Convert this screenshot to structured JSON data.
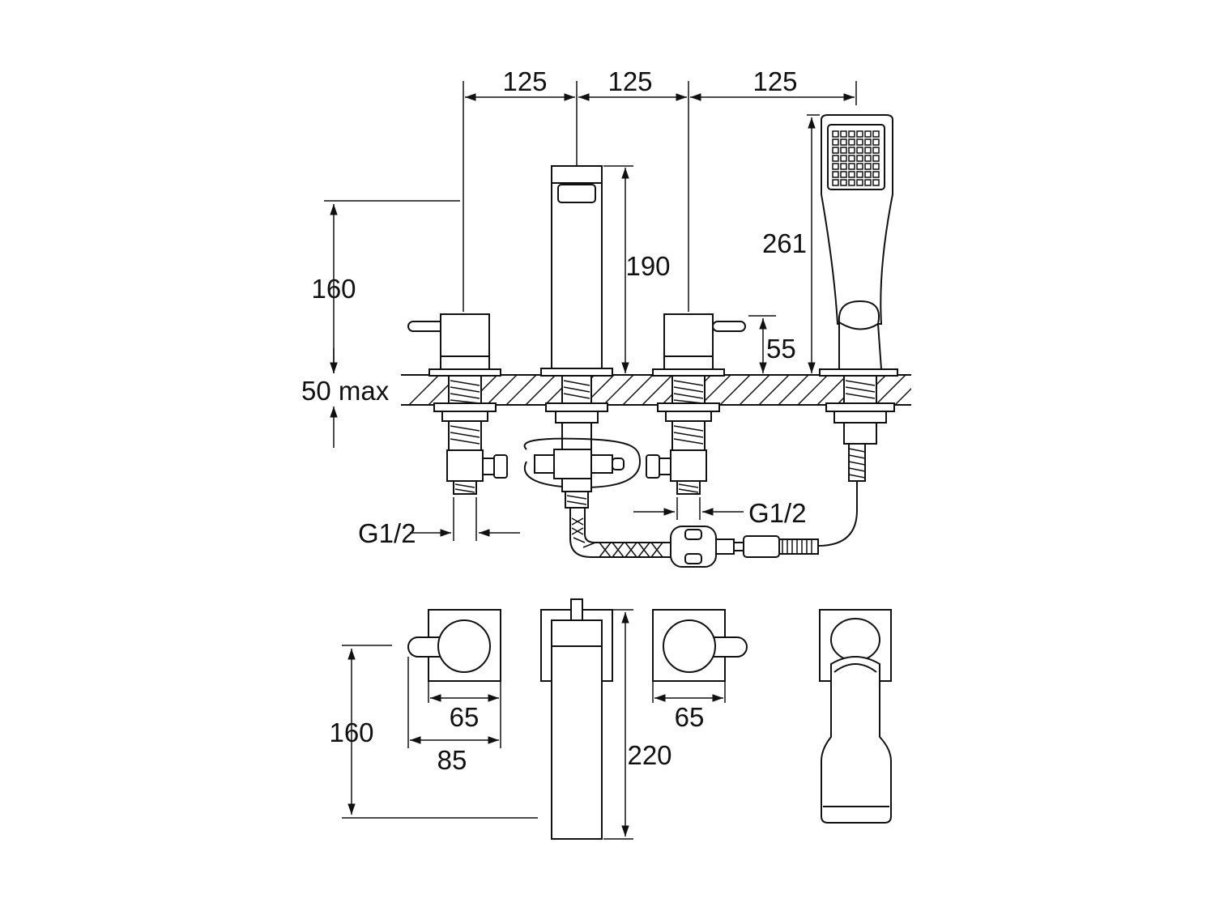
{
  "colors": {
    "line": "#111111",
    "background": "#ffffff"
  },
  "dimensions": {
    "spacing_1": "125",
    "spacing_2": "125",
    "spacing_3": "125",
    "handle_height": "160",
    "spout_height": "190",
    "valve_height": "55",
    "handset_height": "261",
    "deck_thickness": "50 max",
    "thread_left": "G1/2",
    "thread_right": "G1/2",
    "plan_depth": "160",
    "plate_width_left": "65",
    "lever_width": "85",
    "spout_length": "220",
    "plate_width_right": "65"
  }
}
